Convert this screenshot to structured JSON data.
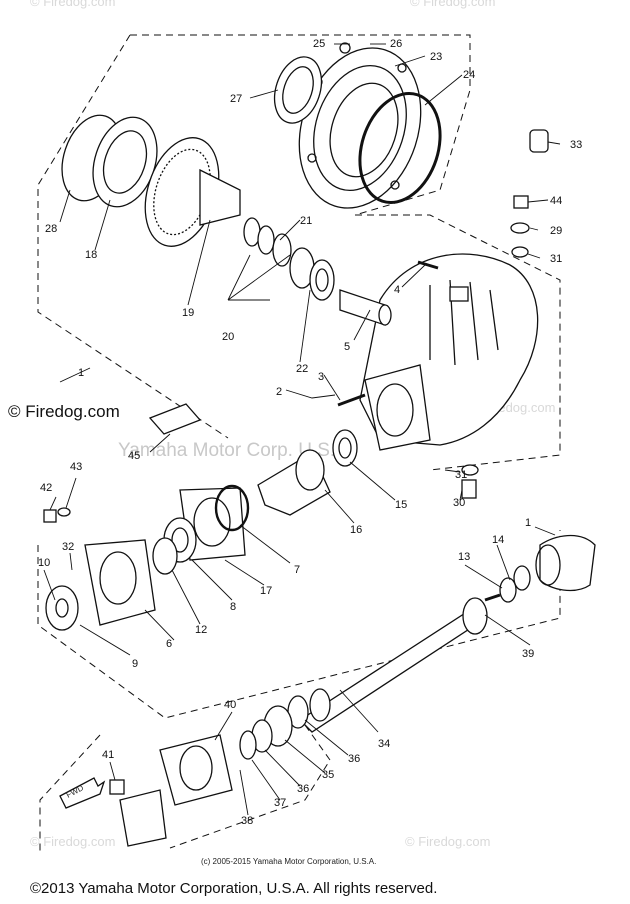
{
  "watermarks": {
    "firedog": "© Firedog.com",
    "firedog_short": "© Firedog.com",
    "yamaha": "Yamaha Motor Corp. U.S.A."
  },
  "branding": {
    "firedog_label": "© Firedog.com"
  },
  "diagram": {
    "fwd_label": "FWD",
    "callouts": [
      "1",
      "2",
      "3",
      "4",
      "5",
      "6",
      "7",
      "8",
      "9",
      "10",
      "12",
      "13",
      "14",
      "15",
      "16",
      "17",
      "18",
      "19",
      "20",
      "21",
      "22",
      "23",
      "24",
      "25",
      "26",
      "27",
      "28",
      "29",
      "30",
      "31",
      "31",
      "32",
      "33",
      "34",
      "35",
      "36",
      "36",
      "37",
      "38",
      "39",
      "40",
      "41",
      "42",
      "43",
      "44",
      "45"
    ]
  },
  "footer": {
    "small_copyright": "(c) 2005-2015 Yamaha Motor Corporation, U.S.A.",
    "copyright": "©2013 Yamaha Motor Corporation, U.S.A. All rights reserved."
  }
}
